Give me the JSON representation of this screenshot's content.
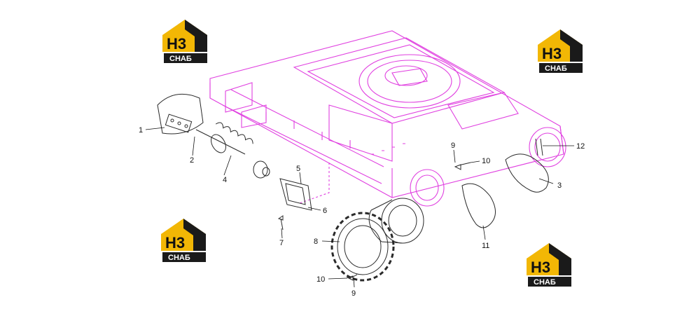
{
  "logo": {
    "mark": "H3",
    "caption": "СНАБ",
    "accent": "#f2b705",
    "dark": "#1a1a1a"
  },
  "frame_color": "#e040e0",
  "parts_color": "#2a2a2a",
  "callouts": [
    "1",
    "2",
    "3",
    "4",
    "5",
    "6",
    "7",
    "8",
    "9",
    "9",
    "10",
    "10",
    "11",
    "12"
  ]
}
